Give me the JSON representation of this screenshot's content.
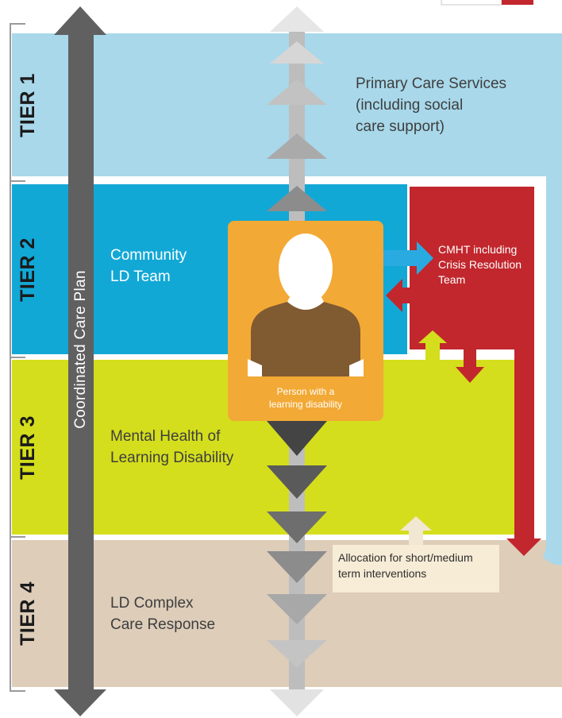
{
  "tiers": [
    {
      "label": "TIER 1",
      "service": "Primary Care Services\n(including social\ncare support)",
      "color": "#a8d8ea"
    },
    {
      "label": "TIER 2",
      "service": "Community\nLD Team",
      "color": "#12a8d6"
    },
    {
      "label": "TIER 3",
      "service": "Mental Health of\nLearning Disability",
      "color": "#d4de1c"
    },
    {
      "label": "TIER 4",
      "service": "LD Complex\nCare Response",
      "color": "#ddcdb9"
    }
  ],
  "care_plan": {
    "label": "Coordinated Care Plan",
    "color": "#606060"
  },
  "cmht": {
    "label": "CMHT including\nCrisis Resolution\nTeam",
    "color": "#c1272d"
  },
  "person": {
    "label": "Person with a\nlearning disability",
    "box_color": "#f3a935",
    "shirt_color": "#805a31"
  },
  "allocation": {
    "label": "Allocation for short/medium\nterm interventions",
    "box_color": "#f7ecd6"
  },
  "colors": {
    "exchange_arrow": "#29abe2",
    "cmht_arrow": "#c1272d",
    "allocation_arrow": "#f2e8d2"
  }
}
